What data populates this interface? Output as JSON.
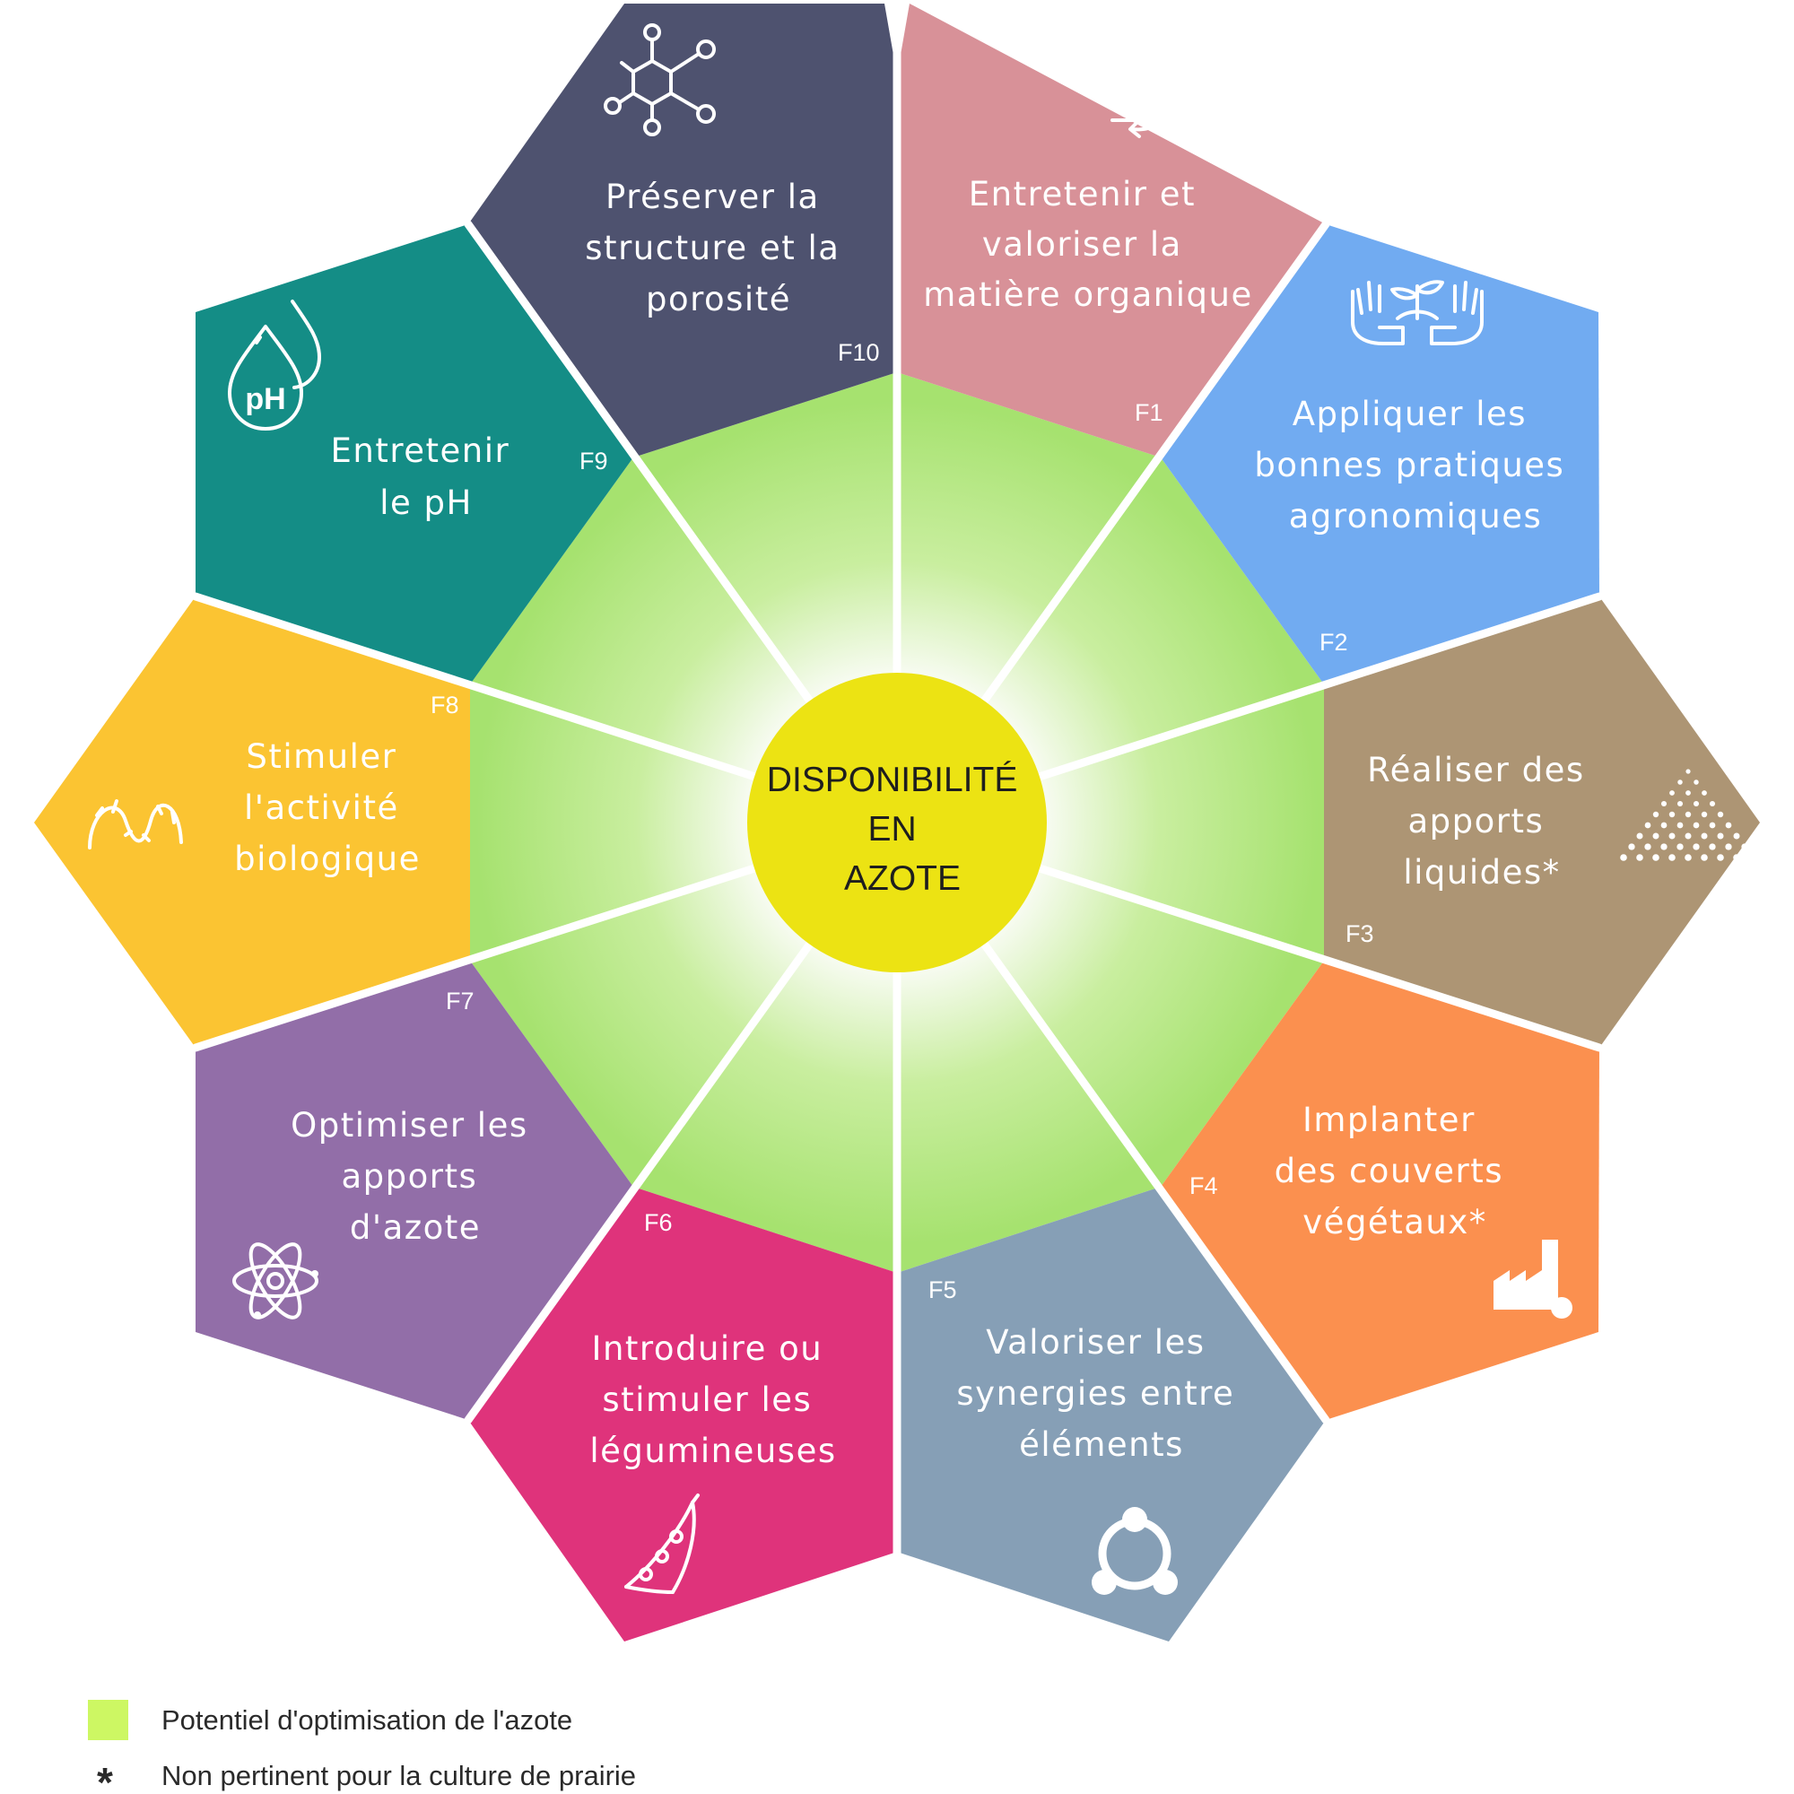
{
  "center": {
    "lines": [
      "DISPONIBILITÉ",
      "EN",
      "AZOTE"
    ],
    "color": "#ece313"
  },
  "zone_color": "#a6e26f",
  "segments": [
    {
      "code": "F1",
      "lines": [
        "Entretenir et",
        "valoriser la",
        "matière organique"
      ],
      "color": "#d89198",
      "icon": "recycle-plant-icon"
    },
    {
      "code": "F2",
      "lines": [
        "Appliquer les",
        "bonnes pratiques",
        "agronomiques"
      ],
      "color": "#71abf1",
      "icon": "hands-sprout-icon"
    },
    {
      "code": "F3",
      "lines": [
        "Réaliser des",
        "apports",
        "liquides*"
      ],
      "color": "#ad9574",
      "icon": "spray-icon"
    },
    {
      "code": "F4",
      "lines": [
        "Implanter",
        "des couverts",
        "végétaux*"
      ],
      "color": "#fb904f",
      "icon": "factory-icon"
    },
    {
      "code": "F5",
      "lines": [
        "Valoriser les",
        "synergies entre",
        "éléments"
      ],
      "color": "#869fb6",
      "icon": "cycle-nodes-icon"
    },
    {
      "code": "F6",
      "lines": [
        "Introduire ou",
        "stimuler les",
        "légumineuses"
      ],
      "color": "#df337b",
      "icon": "pea-pod-icon"
    },
    {
      "code": "F7",
      "lines": [
        "Optimiser les",
        "apports",
        "d'azote"
      ],
      "color": "#926ea8",
      "icon": "atom-icon"
    },
    {
      "code": "F8",
      "lines": [
        "Stimuler",
        "l'activité",
        "biologique"
      ],
      "color": "#fbc432",
      "icon": "worm-icon"
    },
    {
      "code": "F9",
      "lines": [
        "Entretenir",
        "le pH"
      ],
      "color": "#148d86",
      "icon": "ph-drops-icon"
    },
    {
      "code": "F10",
      "lines": [
        "Préserver la",
        "structure et la",
        "porosité"
      ],
      "color": "#4e526f",
      "icon": "molecule-icon"
    }
  ],
  "legend": [
    {
      "marker": "swatch",
      "color": "#cdf763",
      "text": "Potentiel d'optimisation de l'azote"
    },
    {
      "marker": "*",
      "text": "Non pertinent pour la culture de prairie"
    }
  ]
}
